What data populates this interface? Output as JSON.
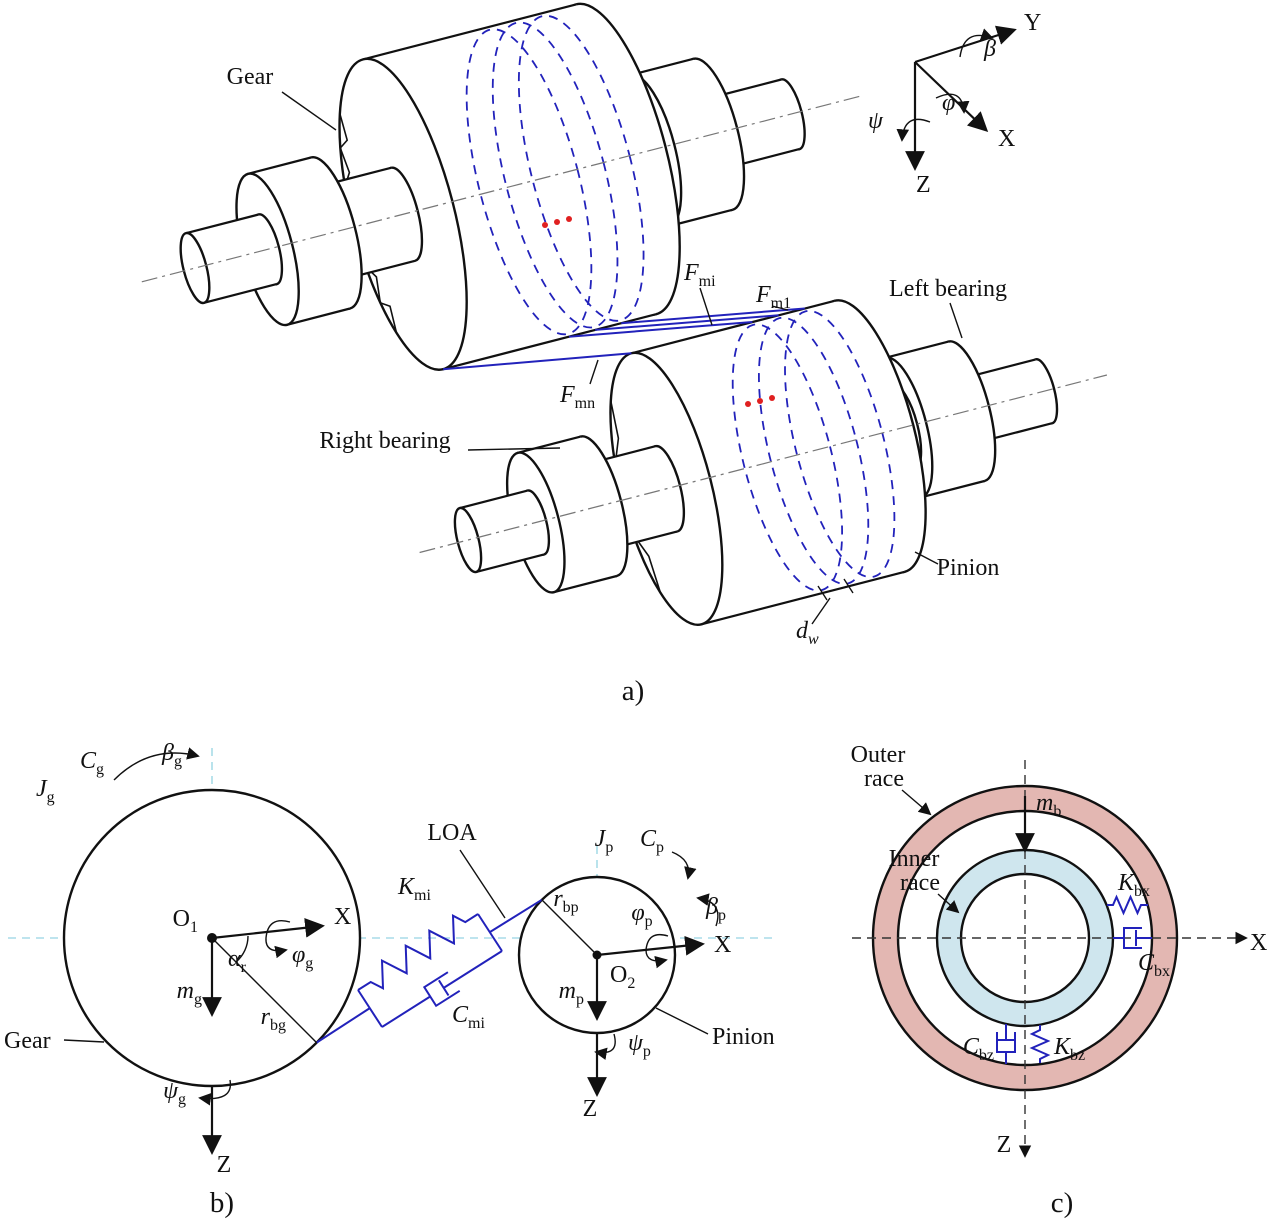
{
  "figure": {
    "a": {
      "caption": "a)",
      "gear_label": "Gear",
      "left_bearing": "Left bearing",
      "right_bearing": "Right bearing",
      "pinion_label": "Pinion",
      "F_mi": {
        "base": "F",
        "sub": "mi"
      },
      "F_m1": {
        "base": "F",
        "sub": "m1"
      },
      "F_mn": {
        "base": "F",
        "sub": "mn"
      },
      "d_w": {
        "base": "d",
        "sub": "w"
      },
      "axes": {
        "X": "X",
        "Y": "Y",
        "Z": "Z",
        "beta": "β",
        "phi": "φ",
        "psi": "ψ"
      }
    },
    "b": {
      "caption": "b)",
      "gear_label": "Gear",
      "pinion_label": "Pinion",
      "LOA": "LOA",
      "J_g": {
        "base": "J",
        "sub": "g"
      },
      "C_g": {
        "base": "C",
        "sub": "g"
      },
      "beta_g": {
        "base": "β",
        "sub": "g"
      },
      "O_1": {
        "base": "O",
        "sub": "1"
      },
      "X_g": "X",
      "alpha_r": {
        "base": "α",
        "sub": "r"
      },
      "phi_g": {
        "base": "φ",
        "sub": "g"
      },
      "m_g": {
        "base": "m",
        "sub": "g"
      },
      "r_bg": {
        "base": "r",
        "sub": "bg"
      },
      "psi_g": {
        "base": "ψ",
        "sub": "g"
      },
      "Z_g": "Z",
      "K_mi": {
        "base": "K",
        "sub": "mi"
      },
      "C_mi": {
        "base": "C",
        "sub": "mi"
      },
      "J_p": {
        "base": "J",
        "sub": "p"
      },
      "C_p": {
        "base": "C",
        "sub": "p"
      },
      "r_bp": {
        "base": "r",
        "sub": "bp"
      },
      "phi_p": {
        "base": "φ",
        "sub": "p"
      },
      "beta_p": {
        "base": "β",
        "sub": "p"
      },
      "O_2": {
        "base": "O",
        "sub": "2"
      },
      "X_p": "X",
      "m_p": {
        "base": "m",
        "sub": "p"
      },
      "psi_p": {
        "base": "ψ",
        "sub": "p"
      },
      "Z_p": "Z"
    },
    "c": {
      "caption": "c)",
      "outer_race_line1": "Outer",
      "outer_race_line2": "race",
      "inner_race_line1": "Inner",
      "inner_race_line2": "race",
      "m_b": {
        "base": "m",
        "sub": "b"
      },
      "K_bx": {
        "base": "K",
        "sub": "bx"
      },
      "C_bx": {
        "base": "C",
        "sub": "bx"
      },
      "C_bz": {
        "base": "C",
        "sub": "bz"
      },
      "K_bz": {
        "base": "K",
        "sub": "bz"
      },
      "X": "X",
      "Z": "Z"
    },
    "colors": {
      "mesh_blue": "#2222bb",
      "guide_cyan": "#a8dce8",
      "outer_race_fill": "#e3b7b2",
      "inner_race_fill": "#cfe6ee",
      "red_dot": "#e02020"
    }
  }
}
